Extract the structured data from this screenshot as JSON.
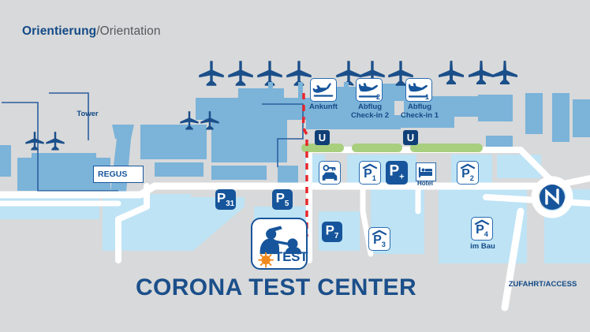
{
  "header": {
    "title_de": "Orientierung",
    "title_sep": "/",
    "title_en": "Orientation"
  },
  "map": {
    "colors": {
      "background": "#d8d9da",
      "building": "#7bb3d9",
      "parking_area": "#bde3f5",
      "road": "#ffffff",
      "accent_blue": "#16559b",
      "dark_navy": "#0f3f76",
      "green": "#a8cf7e",
      "route_red": "#e8252a",
      "orange": "#f08a1e"
    },
    "labels": {
      "tower": "Tower",
      "regus": "REGUS",
      "hotel": "Hotel",
      "im_bau": "im Bau",
      "access": "ZUFAHRT/ACCESS"
    },
    "terminals": [
      {
        "name": "arrivals",
        "label": "Ankunft",
        "icon": "plane-landing-icon",
        "badge": ""
      },
      {
        "name": "departures-checkin-2",
        "label": "Abflug\nCheck-in 2",
        "icon": "plane-takeoff-icon",
        "badge": "2"
      },
      {
        "name": "departures-checkin-1",
        "label": "Abflug\nCheck-in 1",
        "icon": "plane-takeoff-icon",
        "badge": "1"
      }
    ],
    "transit": [
      {
        "name": "u-bahn-west",
        "label": "U"
      },
      {
        "name": "u-bahn-east",
        "label": "U"
      }
    ],
    "parking": [
      {
        "name": "p31",
        "letter": "P",
        "number": "31",
        "style": "filled",
        "covered": false
      },
      {
        "name": "p5",
        "letter": "P",
        "number": "5",
        "style": "filled",
        "covered": false
      },
      {
        "name": "p7",
        "letter": "P",
        "number": "7",
        "style": "filled",
        "covered": false
      },
      {
        "name": "p1",
        "letter": "P",
        "number": "1",
        "style": "outline",
        "covered": true
      },
      {
        "name": "p-plus",
        "letter": "P",
        "number": "+",
        "style": "filled",
        "covered": false
      },
      {
        "name": "p2",
        "letter": "P",
        "number": "2",
        "style": "outline",
        "covered": true
      },
      {
        "name": "p3",
        "letter": "P",
        "number": "3",
        "style": "outline",
        "covered": true
      },
      {
        "name": "p4",
        "letter": "P",
        "number": "4",
        "style": "outline",
        "covered": true
      }
    ],
    "services": [
      {
        "name": "rental-car",
        "icon": "car-key-icon",
        "label": ""
      },
      {
        "name": "hotel",
        "icon": "bed-icon",
        "label": "Hotel"
      }
    ],
    "poi": {
      "name": "corona-test-center",
      "icon": "swab-test-icon",
      "badge_text": "TEST",
      "title": "CORONA TEST CENTER"
    },
    "route": {
      "name": "walking-route",
      "style": "dashed",
      "color": "#e8252a"
    },
    "roundabout": {
      "name": "roundabout-logo",
      "glyph": "N"
    }
  }
}
